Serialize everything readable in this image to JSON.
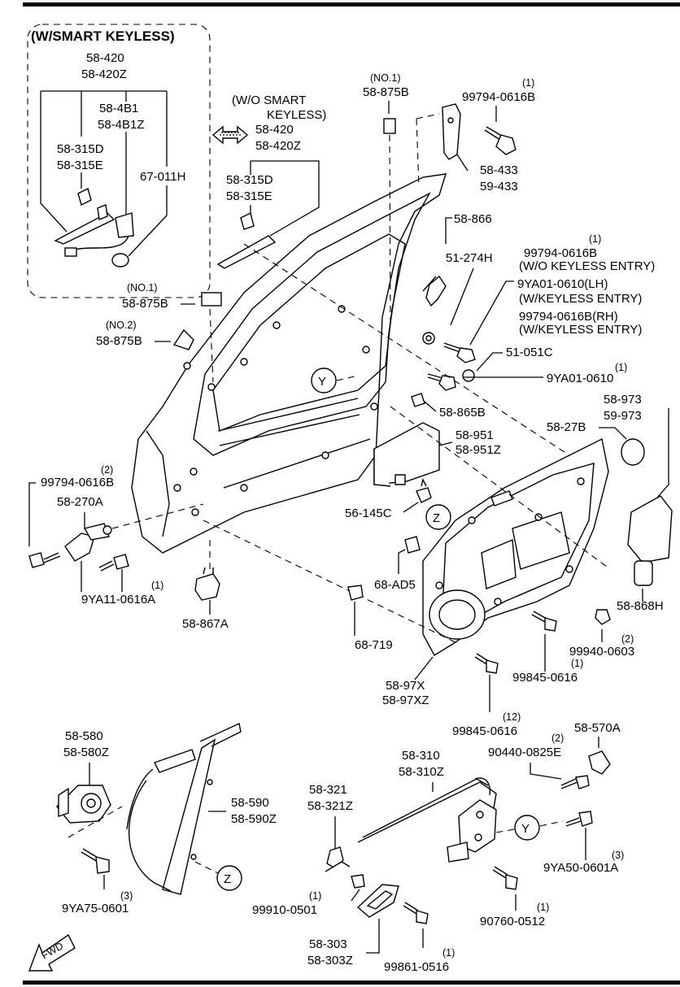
{
  "smart_keyless_box": {
    "title": "(W/SMART KEYLESS)",
    "handle": [
      "58-420",
      "58-420Z"
    ],
    "outer_cover": [
      "58-4B1",
      "58-4B1Z"
    ],
    "bracket": [
      "58-315D",
      "58-315E"
    ],
    "antenna": "67-011H"
  },
  "wo_smart_keyless": {
    "title_line1": "(W/O SMART",
    "title_line2": "KEYLESS)",
    "handle": [
      "58-420",
      "58-420Z"
    ],
    "bracket": [
      "58-315D",
      "58-315E"
    ]
  },
  "labels": {
    "no1_top": "(NO.1)",
    "p58_875B_top": "58-875B",
    "no1_mid": "(NO.1)",
    "p58_875B_mid": "58-875B",
    "no2": "(NO.2)",
    "p58_875B_low": "58-875B",
    "bolt_top_qty": "(1)",
    "bolt_top": "99794-0616B",
    "p58_433": [
      "58-433",
      "59-433"
    ],
    "p58_866": "58-866",
    "p51_274H": "51-274H",
    "bolt_wo_qty": "(1)",
    "bolt_wo": "99794-0616B",
    "wo_keyless_entry": "(W/O KEYLESS ENTRY)",
    "bolt_lh": "9YA01-0610(LH)",
    "w_keyless_entry_1": "(W/KEYLESS ENTRY)",
    "bolt_rh": "99794-0616B(RH)",
    "w_keyless_entry_2": "(W/KEYLESS ENTRY)",
    "p51_051C": "51-051C",
    "bolt_9ya01_qty": "(1)",
    "bolt_9ya01": "9YA01-0610",
    "ref_y": "Y",
    "ref_z": "Z",
    "p58_865B": "58-865B",
    "p58_951": [
      "58-951",
      "58-951Z"
    ],
    "p58_27B": "58-27B",
    "p58_973": [
      "58-973",
      "59-973"
    ],
    "bolt_left_qty": "(2)",
    "bolt_left": "99794-0616B",
    "p58_270A": "58-270A",
    "p56_145C": "56-145C",
    "p68_AD5": "68-AD5",
    "bolt_9ya11_qty": "(1)",
    "bolt_9ya11": "9YA11-0616A",
    "p58_867A": "58-867A",
    "p68_719": "68-719",
    "p58_868H": "58-868H",
    "nut_qty": "(2)",
    "nut": "99940-0603",
    "screw1_qty": "(1)",
    "screw1": "99845-0616",
    "p58_97X": [
      "58-97X",
      "58-97XZ"
    ],
    "screw12_qty": "(12)",
    "screw12": "99845-0616",
    "p58_580": [
      "58-580",
      "58-580Z"
    ],
    "p58_590": [
      "58-590",
      "58-590Z"
    ],
    "bolt_9ya75_qty": "(3)",
    "bolt_9ya75": "9YA75-0601",
    "p58_310": [
      "58-310",
      "58-310Z"
    ],
    "p58_321": [
      "58-321",
      "58-321Z"
    ],
    "p90440_qty": "(2)",
    "p90440": "90440-0825E",
    "p58_570A": "58-570A",
    "bolt_9ya50_qty": "(3)",
    "bolt_9ya50": "9YA50-0601A",
    "p99910_qty": "(1)",
    "p99910": "99910-0501",
    "p90760_qty": "(1)",
    "p90760": "90760-0512",
    "p58_303": [
      "58-303",
      "58-303Z"
    ],
    "p99861_qty": "(1)",
    "p99861": "99861-0516",
    "fwd": "FWD"
  }
}
